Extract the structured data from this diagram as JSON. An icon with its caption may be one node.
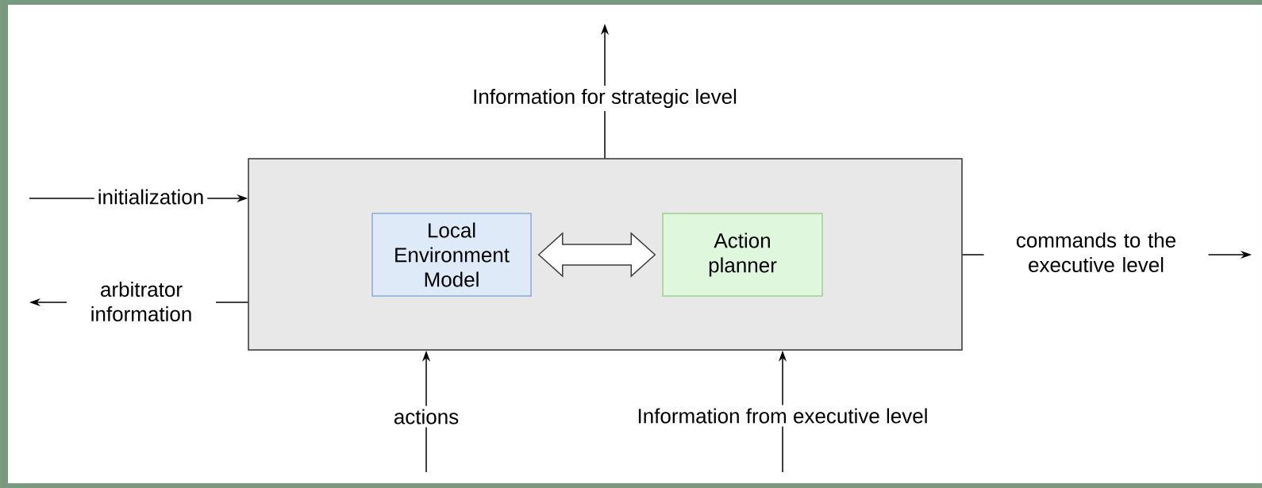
{
  "diagram": {
    "nodes": [
      {
        "text": [],
        "shape": "box"
      },
      {
        "text": [
          "Local Environment Model"
        ],
        "in": 0
      },
      {
        "text": [
          "Action planner"
        ],
        "in": 0
      }
    ],
    "edges": [
      {
        "from": 1,
        "to": 2,
        "arrow": "both"
      },
      {
        "from": 0,
        "to": null,
        "arrow": "to",
        "label": "Information for strategic level"
      },
      {
        "from": null,
        "to": 0,
        "arrow": "to",
        "label": "initialization"
      },
      {
        "from": 0,
        "to": null,
        "arrow": "to",
        "label": "arbitrator information"
      },
      {
        "from": 0,
        "to": null,
        "arrow": "to",
        "label": "commands to the executive level"
      },
      {
        "from": null,
        "to": 0,
        "arrow": "to",
        "label": "actions"
      },
      {
        "from": null,
        "to": 0,
        "arrow": "to",
        "label": "Information from executive level"
      }
    ]
  }
}
